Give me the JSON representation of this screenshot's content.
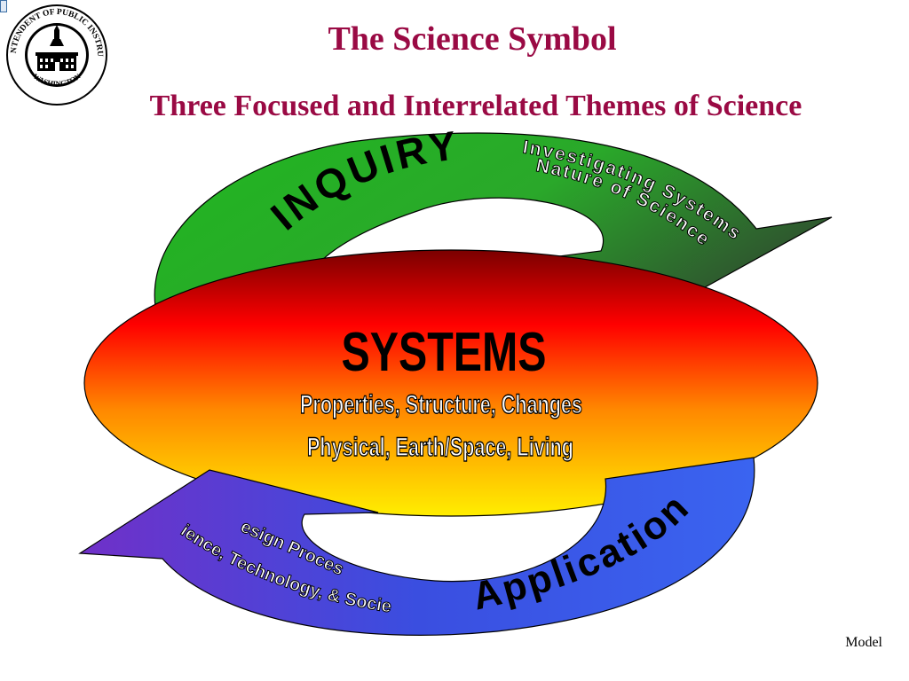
{
  "slide": {
    "title": "The Science Symbol",
    "subtitle": "Three Focused and Interrelated Themes of Science",
    "footer": "Model"
  },
  "seal": {
    "ring_text": "SUPERINTENDENT OF PUBLIC INSTRUCTION",
    "bottom_text": "WASHINGTON"
  },
  "diagram": {
    "inquiry": {
      "label": "INQUIRY",
      "line1": "Investigating Systems",
      "line2": "Nature of Science"
    },
    "systems": {
      "label": "SYSTEMS",
      "line1": "Properties, Structure, Changes",
      "line2": "Physical, Earth/Space, Living"
    },
    "application": {
      "label": "Application",
      "line1": "Design Process",
      "line2": "Science, Technology, & Society"
    }
  },
  "colors": {
    "title": "#9a0a44",
    "inquiry_green": "#22b022",
    "systems_red": "#ff1a00",
    "systems_yellow": "#ffe600",
    "application_blue": "#3b4fe0",
    "application_purple": "#7a3ad0"
  }
}
